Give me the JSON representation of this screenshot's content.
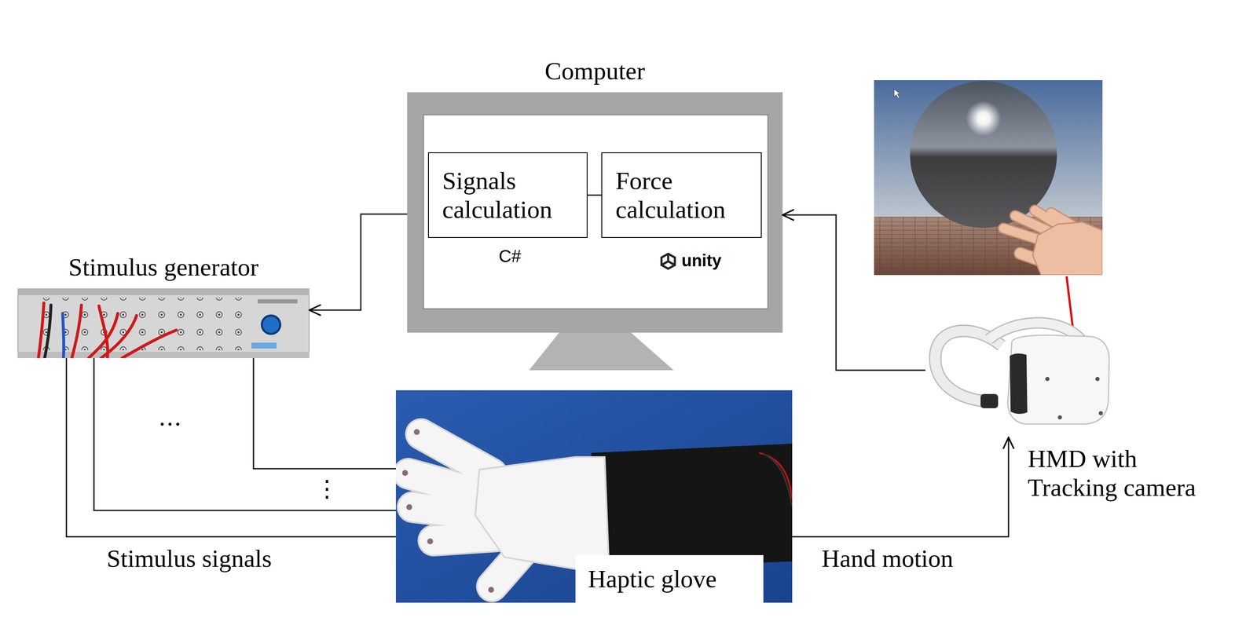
{
  "diagram": {
    "nodes": [
      {
        "text": [
          "Computer"
        ]
      },
      {
        "text": [
          "Signals calculation"
        ],
        "in": 0
      },
      {
        "text": [
          "Force calculation"
        ],
        "in": 0
      },
      {
        "text": [
          "Stimulus generator"
        ]
      },
      {
        "text": [
          "Haptic glove"
        ]
      },
      {
        "text": [
          "HMD with Tracking camera"
        ]
      }
    ],
    "edges": [
      {
        "from": 0,
        "to": 3,
        "arrow": "to"
      },
      {
        "from": 1,
        "to": 2,
        "arrow": "none"
      },
      {
        "from": 3,
        "to": 4,
        "arrow": "none",
        "label": "Stimulus signals"
      },
      {
        "from": 3,
        "to": 4,
        "arrow": "none"
      },
      {
        "from": 3,
        "to": 4,
        "arrow": "none"
      },
      {
        "from": 4,
        "to": 5,
        "arrow": "to",
        "label": "Hand motion"
      },
      {
        "from": 5,
        "to": 0,
        "arrow": "to"
      }
    ],
    "labels": [
      "C#",
      "unity",
      "…",
      "⋮"
    ]
  }
}
